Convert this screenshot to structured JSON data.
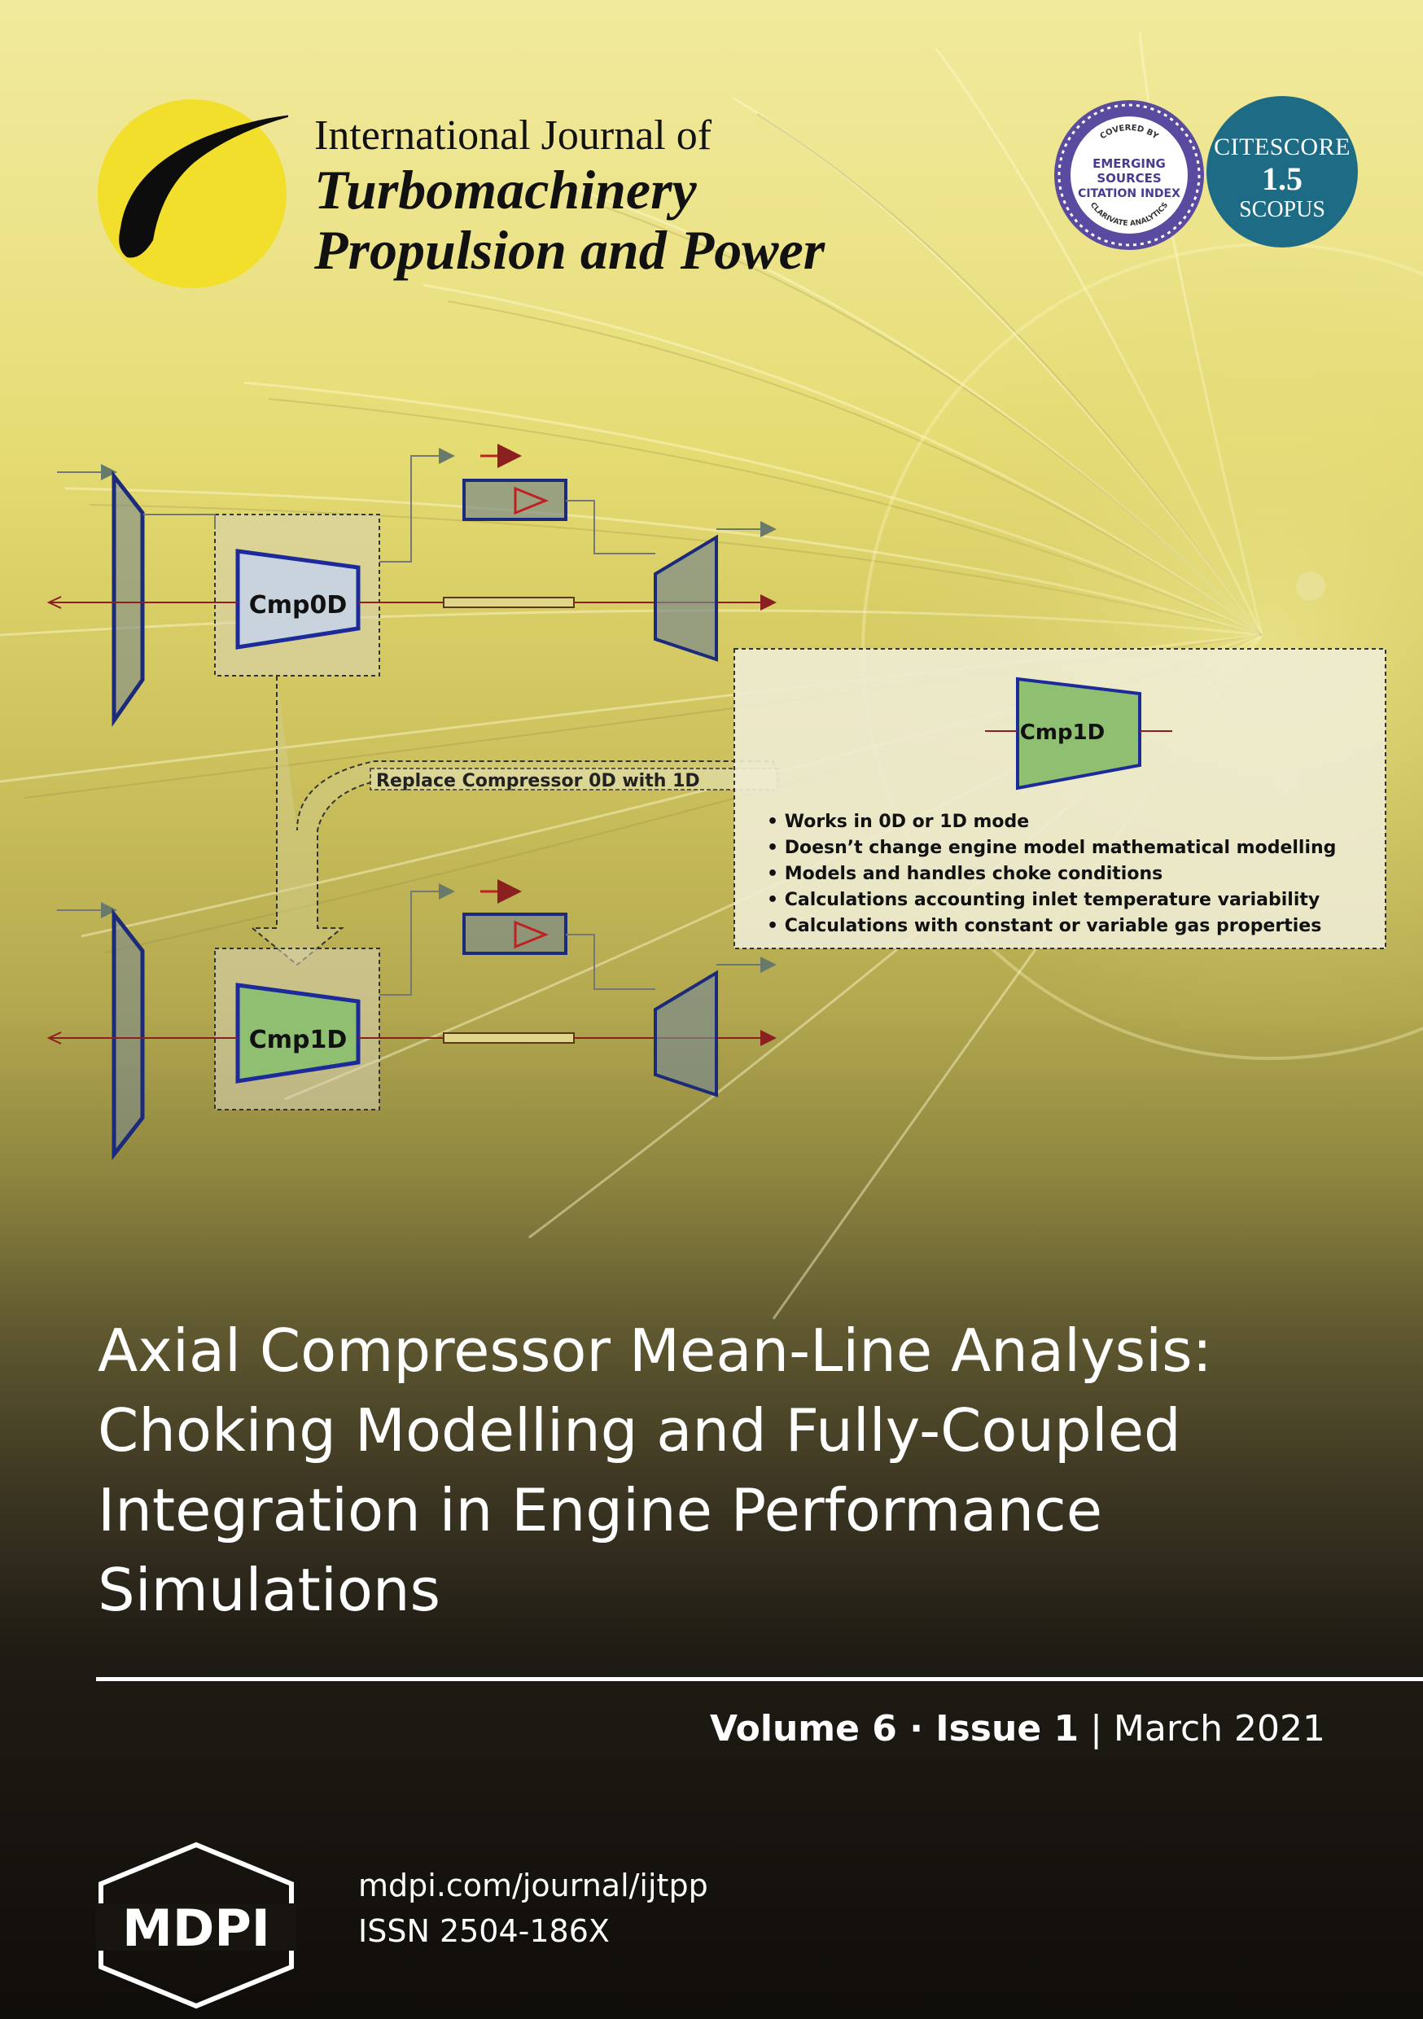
{
  "journal": {
    "line1": "International Journal of",
    "line2": "Turbomachinery",
    "line3": "Propulsion and Power"
  },
  "badges": {
    "esci_top": "COVERED BY",
    "esci_line1": "EMERGING",
    "esci_line2": "SOURCES",
    "esci_line3": "CITATION INDEX",
    "esci_bottom": "CLARIVATE ANALYTICS",
    "citescore_label": "CITESCORE",
    "citescore_value": "1.5",
    "citescore_source": "SCOPUS"
  },
  "diagram": {
    "cmp0d": "Cmp0D",
    "cmp1d": "Cmp1D",
    "cmp1d_box": "Cmp1D",
    "replace_label": "Replace Compressor 0D with 1D",
    "features": [
      "• Works in 0D or 1D mode",
      "• Doesn’t change engine model mathematical modelling",
      "• Models and handles choke conditions",
      "• Calculations accounting inlet temperature variability",
      "• Calculations with constant or variable gas properties"
    ]
  },
  "title": {
    "line1": "Axial Compressor Mean-Line Analysis:",
    "line2": "Choking Modelling and Fully-Coupled",
    "line3": "Integration in Engine Performance",
    "line4": "Simulations"
  },
  "issue": {
    "volume": "Volume 6",
    "sep1": " · ",
    "issue": "Issue 1",
    "sep2": " | ",
    "date": "March 2021"
  },
  "footer": {
    "publisher": "MDPI",
    "url": "mdpi.com/journal/ijtpp",
    "issn": "ISSN 2504-186X"
  }
}
